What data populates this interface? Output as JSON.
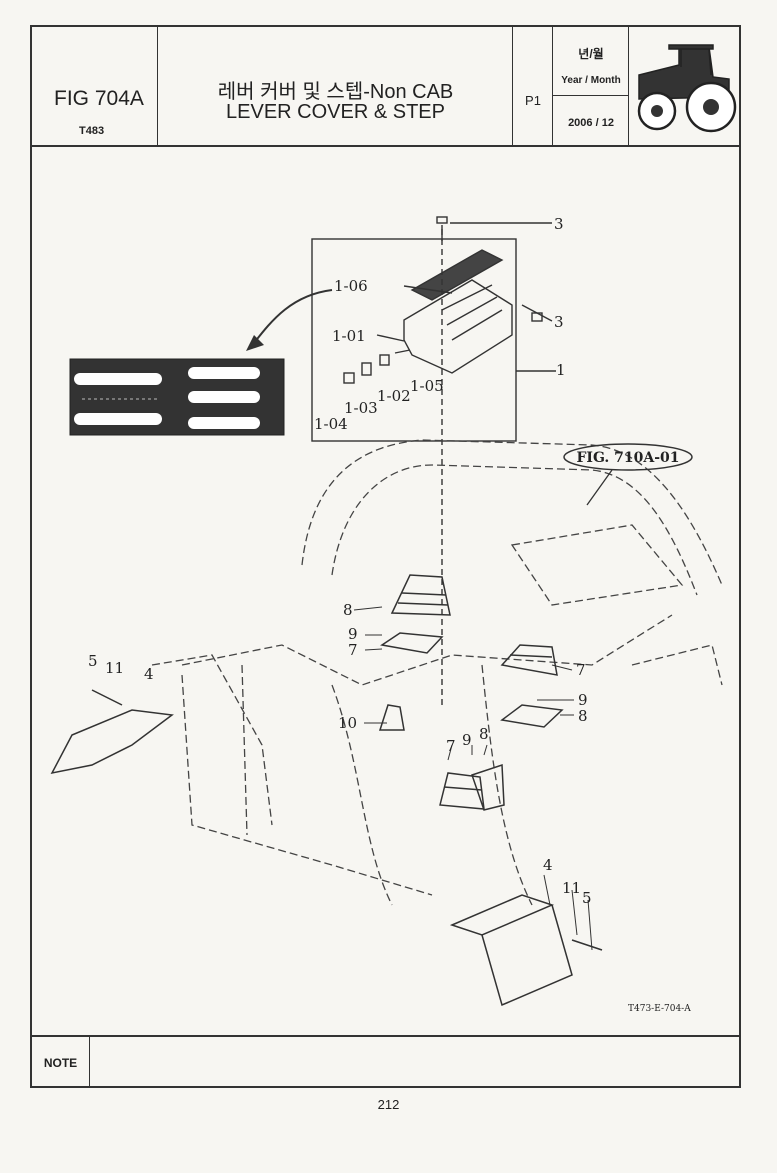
{
  "header": {
    "fig_label": "FIG 704A",
    "model_code": "T483",
    "title_korean": "레버 커버 및 스텝-Non CAB",
    "title_english": "LEVER COVER & STEP",
    "page_code": "P1",
    "year_month_korean": "년/월",
    "year_month_label": "Year / Month",
    "date": "2006 / 12",
    "thumbnail_icon": "tractor-icon"
  },
  "drawing": {
    "reference_fig": "FIG. 710A-01",
    "drawing_code": "T473-E-704-A",
    "callouts": [
      "3",
      "1-06",
      "3",
      "1-01",
      "1",
      "1-05",
      "1-02",
      "1-03",
      "1-04",
      "8",
      "9",
      "7",
      "7",
      "9",
      "8",
      "5",
      "11",
      "4",
      "10",
      "7",
      "9",
      "8",
      "4",
      "11",
      "5"
    ]
  },
  "footer": {
    "note_label": "NOTE",
    "note_text": "",
    "page_number": "212"
  }
}
